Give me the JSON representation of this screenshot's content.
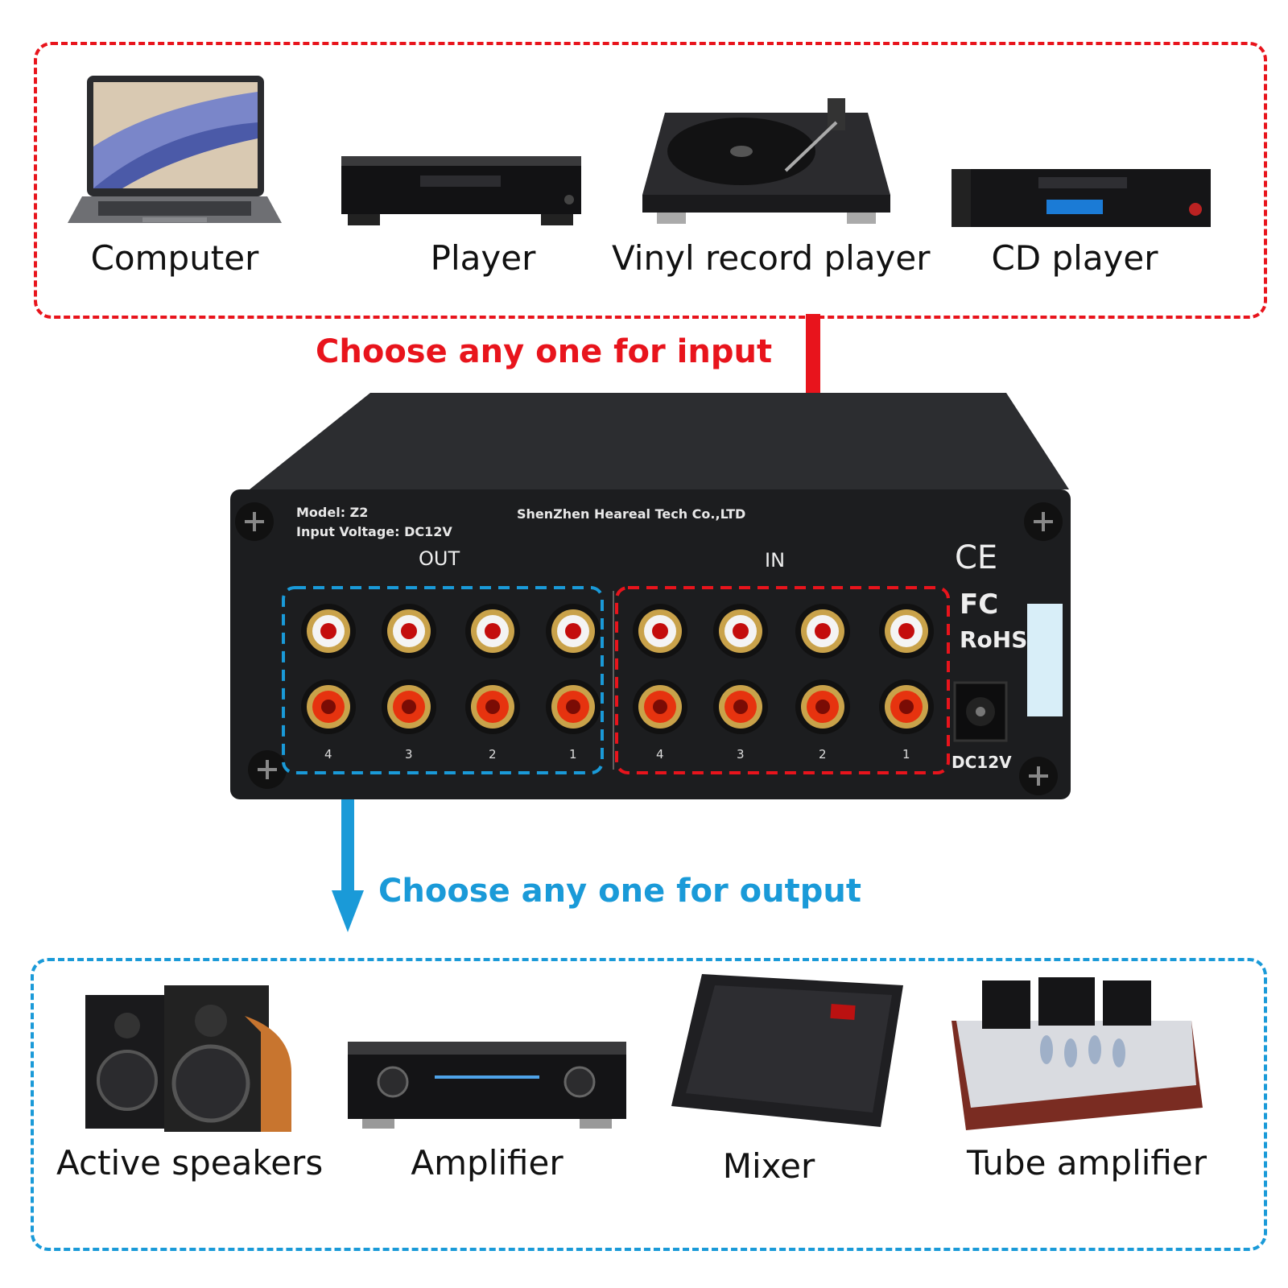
{
  "colors": {
    "input": "#e8141c",
    "output": "#1a9ad8",
    "panel": "#1c1d1f",
    "text": "#111111"
  },
  "inputs": {
    "caption": "Choose any one for input",
    "devices": [
      {
        "label": "Computer",
        "icon": "laptop-icon"
      },
      {
        "label": "Player",
        "icon": "media-player-icon"
      },
      {
        "label": "Vinyl record player",
        "icon": "turntable-icon"
      },
      {
        "label": "CD player",
        "icon": "cd-player-icon"
      }
    ]
  },
  "outputs": {
    "caption": "Choose any one for output",
    "devices": [
      {
        "label": "Active speakers",
        "icon": "speakers-icon"
      },
      {
        "label": "Amplifier",
        "icon": "amplifier-icon"
      },
      {
        "label": "Mixer",
        "icon": "mixer-icon"
      },
      {
        "label": "Tube amplifier",
        "icon": "tube-amplifier-icon"
      }
    ]
  },
  "switcher": {
    "model": "Model: Z2",
    "voltage": "Input Voltage: DC12V",
    "maker": "ShenZhen Heareal Tech Co.,LTD",
    "out_label": "OUT",
    "in_label": "IN",
    "port_numbers": [
      "4",
      "3",
      "2",
      "1"
    ],
    "ce": "CE",
    "fc": "FC",
    "rohs": "RoHS",
    "dc_label": "DC12V"
  }
}
